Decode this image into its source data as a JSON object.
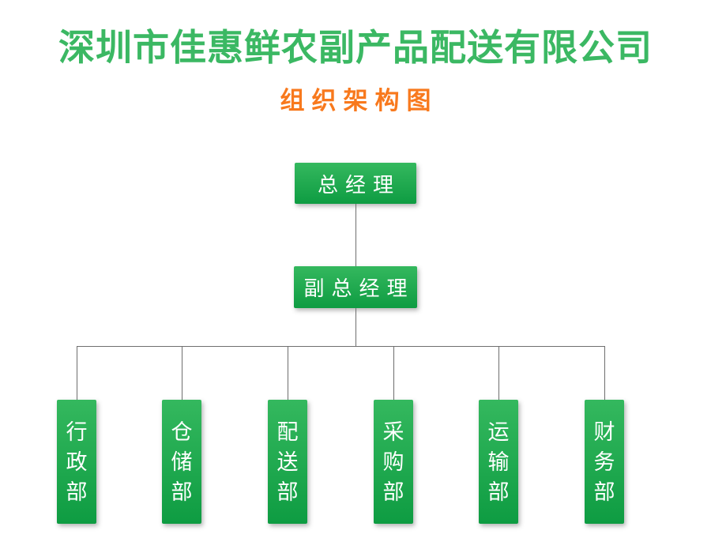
{
  "header": {
    "company_name": "深圳市佳惠鲜农副产品配送有限公司",
    "chart_title": "组织架构图"
  },
  "org_chart": {
    "root": {
      "label": "总经理"
    },
    "deputy": {
      "label": "副总经理"
    },
    "departments": [
      {
        "label": "行政部"
      },
      {
        "label": "仓储部"
      },
      {
        "label": "配送部"
      },
      {
        "label": "采购部"
      },
      {
        "label": "运输部"
      },
      {
        "label": "财务部"
      }
    ]
  },
  "colors": {
    "title_green": "#3BB863",
    "subtitle_orange": "#F8791D",
    "box_green_top": "#34B85E",
    "box_green_bottom": "#0E9C42",
    "connector_gray": "#6E6E6E"
  }
}
